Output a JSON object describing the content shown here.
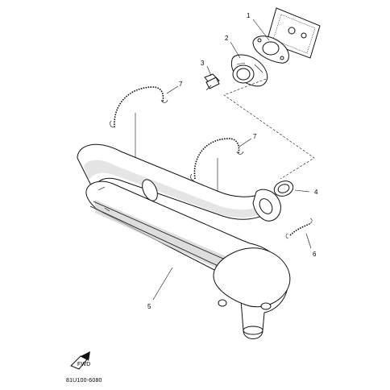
{
  "callouts": [
    "1",
    "2",
    "3",
    "4",
    "5",
    "6",
    "7",
    "7"
  ],
  "diagram_code": "81U100-6080",
  "front_marker": "FWD",
  "colors": {
    "ink": "#111111",
    "shade": "#cfcfcf",
    "background": "#ffffff"
  }
}
